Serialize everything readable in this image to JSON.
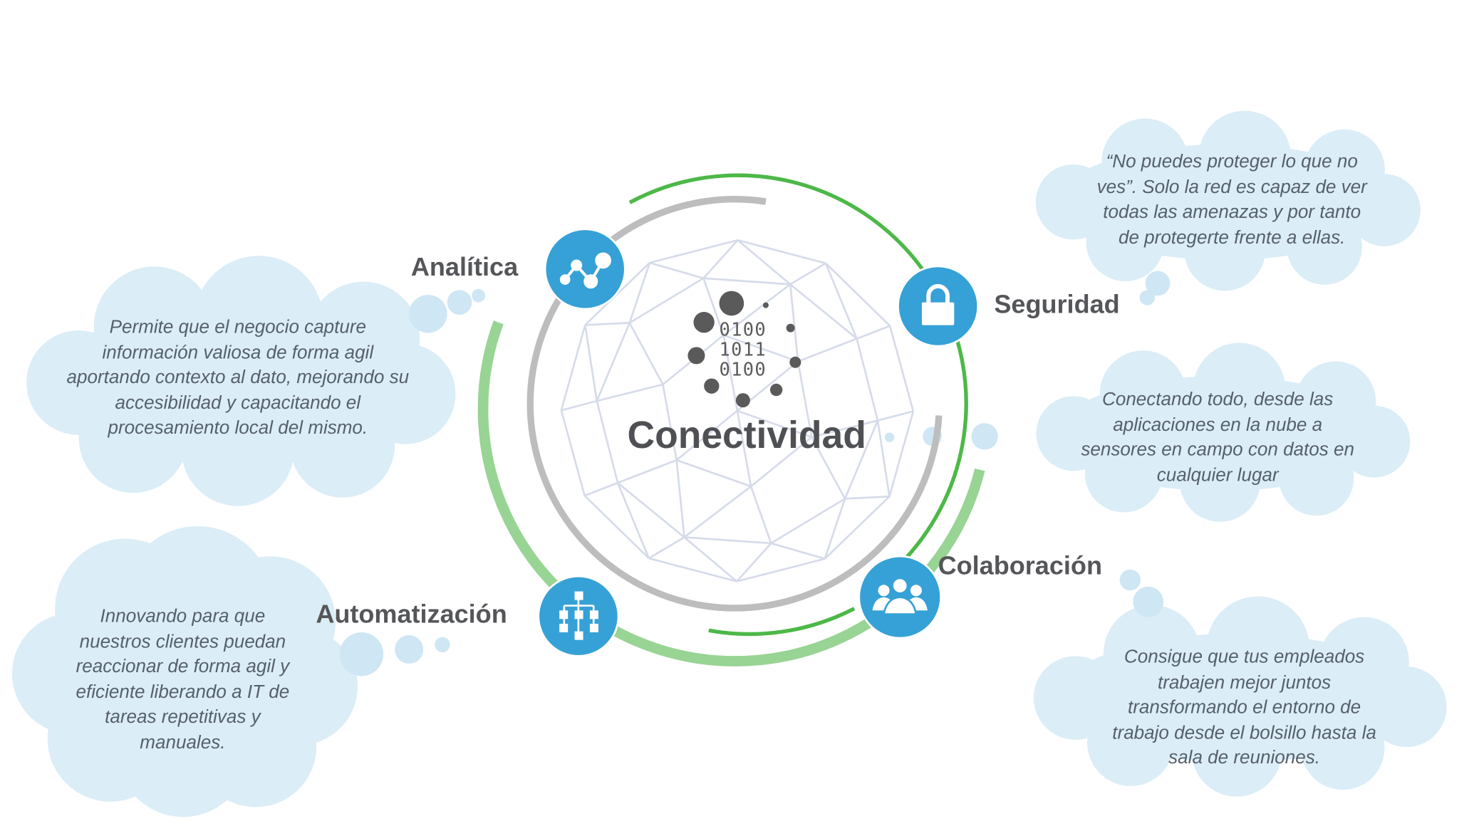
{
  "title": "Conectividad",
  "binary": [
    "0100",
    "1011",
    "0100"
  ],
  "colors": {
    "icon_blue": "#36a1d6",
    "arc_green": "#4db848",
    "arc_light_green": "#98d494",
    "arc_gray": "#bdbdbd",
    "cloud": "#dbedf7",
    "text": "#555659"
  },
  "nodes": [
    {
      "label": "Analítica",
      "icon": "analytics-chart-icon",
      "description": [
        "Permite que el negocio capture",
        "información valiosa de forma agil",
        "aportando contexto al dato, mejorando su",
        "accesibilidad y capacitando el",
        "procesamiento local del mismo."
      ]
    },
    {
      "label": "Seguridad",
      "icon": "lock-icon",
      "description": [
        "“No puedes proteger lo que no",
        "ves”. Solo la red es capaz de ver",
        "todas las amenazas y por tanto",
        "de protegerte frente a ellas."
      ]
    },
    {
      "label": "Colaboración",
      "icon": "users-group-icon",
      "description": [
        "Consigue que tus empleados",
        "trabajen mejor juntos",
        "transformando el entorno de",
        "trabajo desde el bolsillo hasta la",
        "sala de reuniones."
      ]
    },
    {
      "label": "Automatización",
      "icon": "flowchart-icon",
      "description": [
        "Innovando para que",
        "nuestros clientes puedan",
        "reaccionar de forma agil y",
        "eficiente liberando a IT de",
        "tareas repetitivas y",
        "manuales."
      ]
    }
  ],
  "connectivity_description": [
    "Conectando todo, desde las",
    "aplicaciones en la nube a",
    "sensores en campo con datos en",
    "cualquier lugar"
  ]
}
